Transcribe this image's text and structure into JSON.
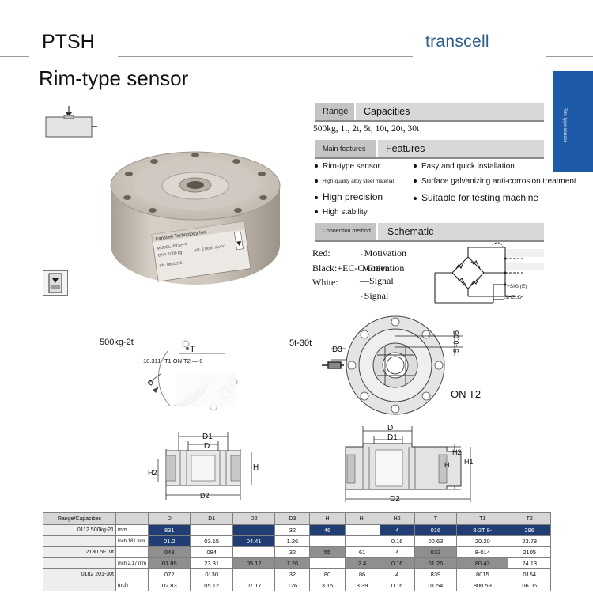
{
  "header": {
    "model": "PTSH",
    "brand": "transcell"
  },
  "page_title": "Rim-type sensor",
  "side_tab": {
    "label": "Rim-type sensor"
  },
  "label_plate": {
    "brand": "transcell Technology Inc.",
    "model": "MODEL: PTSH-T",
    "cap": "CAP: 1000 kg",
    "ao": "AO: 2.0000 mV/V",
    "sn": "SN:  0801012"
  },
  "range_section": {
    "key": "Range",
    "title": "Capacities",
    "capacities": "500kg, 1t, 2t, 5t, 10t, 20t, 30t"
  },
  "features_section": {
    "key": "Main features",
    "title": "Features",
    "items": [
      "Rim-type sensor",
      "Easy and quick installation",
      "High-quality alloy steel material",
      "Surface galvanizing anti-corrosion treatment",
      "High precision",
      "Suitable for testing machine",
      "High stability"
    ]
  },
  "connection_section": {
    "key": "Connection method",
    "title": "Schematic",
    "wires": [
      {
        "color": "Red:",
        "signal": "Motivation"
      },
      {
        "color": "Black:+EC-C Green:",
        "signal": "Motivation"
      },
      {
        "color": "White:",
        "signal": "Signal"
      },
      {
        "color": "",
        "signal": "Signal"
      }
    ],
    "schematic_labels": {
      "sig": "+SIG (E)",
      "shield": "SHELD"
    }
  },
  "drawings": {
    "left_range": "500kg-2t",
    "left_dim": "18.311 -T1 ON T2 — 0",
    "left_d": "D",
    "left_t": "T",
    "right_range": "5t-30t",
    "right_d3": "D3",
    "right_dim": "5 -0.05",
    "right_on_t2": "ON T2",
    "left_section": {
      "D": "D",
      "D1": "D1",
      "H": "H",
      "H2": "H2",
      "D2": "D2"
    },
    "right_section": {
      "D": "D",
      "D1": "D1",
      "H2": "H2",
      "H1": "H1",
      "H": "H",
      "D2": "D2"
    }
  },
  "table": {
    "headers": [
      "Range/Capacities",
      "",
      "D",
      "D1",
      "D2",
      "D3",
      "H",
      "HI",
      "H2",
      "T",
      "T1",
      "T2"
    ],
    "rows": [
      {
        "range": "0112 500kg-21",
        "unit": "mm",
        "cells": [
          "831",
          "",
          "",
          "32",
          "46",
          "–",
          "4",
          "016",
          "",
          "296"
        ]
      },
      {
        "range": "",
        "unit": "inch 181 mm",
        "cells": [
          "01.2",
          "03.15",
          "04.41",
          "1.26",
          "",
          "–",
          "0.16",
          "00.63",
          "20.20",
          "23.78"
        ]
      },
      {
        "range": "2130 5t-10t",
        "unit": "",
        "cells": [
          "048",
          "084",
          "",
          "32",
          "55",
          "61",
          "4",
          "032",
          "8-014",
          "2105"
        ]
      },
      {
        "range": "",
        "unit": "inch 2.17 mm",
        "cells": [
          "01.89",
          "23.31",
          "05.12",
          "1.26",
          "",
          "2.4",
          "0.16",
          "01.26",
          "80.43",
          "24.13"
        ]
      },
      {
        "range": "0182 201-30t",
        "unit": "",
        "cells": [
          "072",
          "0130",
          "",
          "32",
          "80",
          "86",
          "4",
          "839",
          "8015",
          "0154"
        ]
      },
      {
        "range": "",
        "unit": "inch",
        "cells": [
          "02.83",
          "05.12",
          "07.17",
          "126",
          "3.15",
          "3.39",
          "0.16",
          "01.54",
          "800.59",
          "06.06"
        ]
      }
    ],
    "row0_t1_extra": "8-2T  8-"
  }
}
